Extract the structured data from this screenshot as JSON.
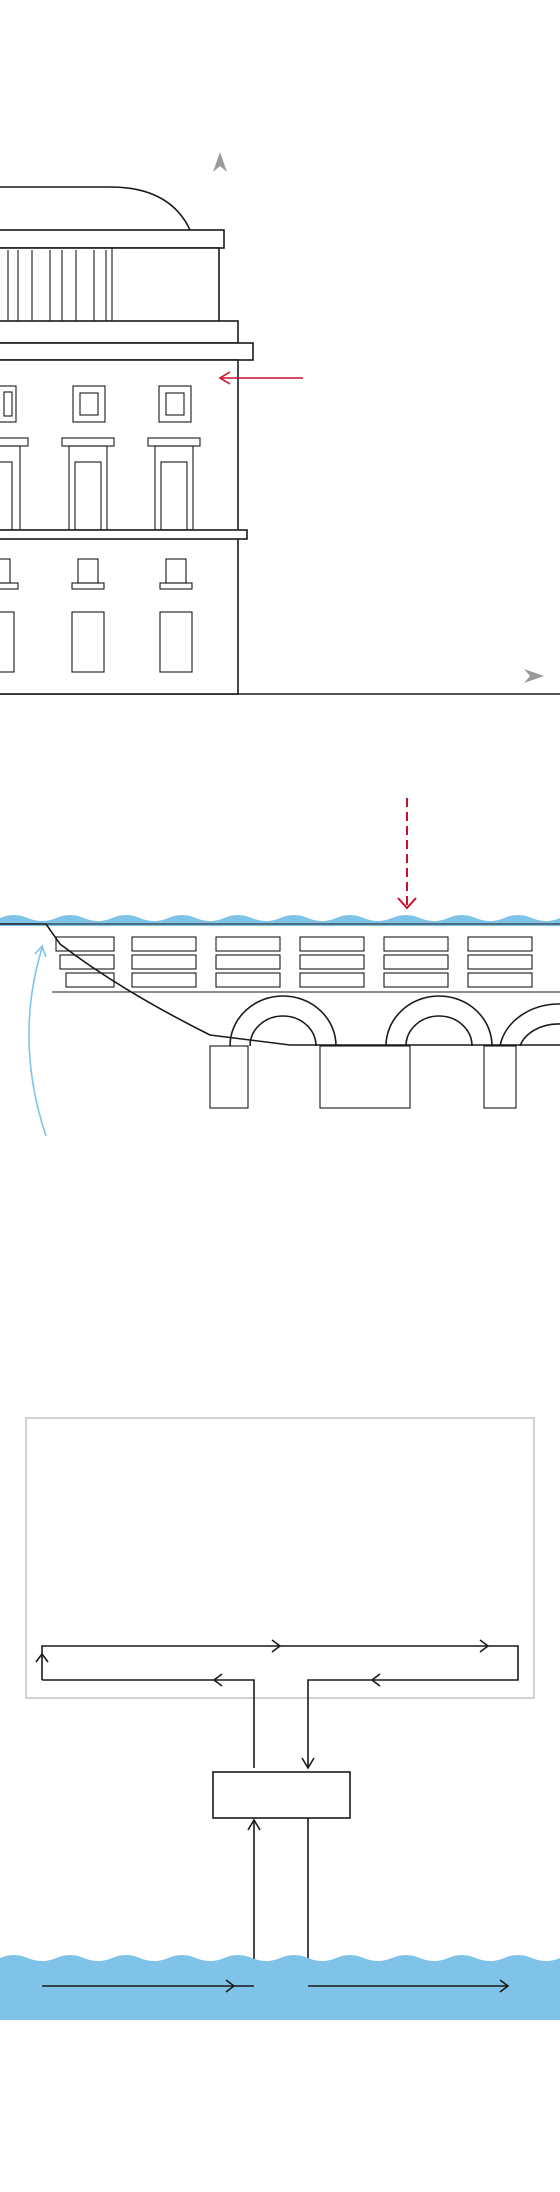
{
  "palette": {
    "ink": "#1a1a1a",
    "water": "#7fc4e8",
    "red_arrow": "#c8102e",
    "blue_arrow": "#7fc4e8",
    "grey_arrow": "#9a9a9a",
    "panel_border": "#b5b5b5"
  },
  "panels": [
    {
      "id": "building",
      "icons": [
        "north-arrow-icon",
        "east-arrow-icon",
        "wind-arrow-icon"
      ]
    },
    {
      "id": "bridge",
      "icons": [
        "rain-arrow-icon",
        "river-flow-arrow-icon"
      ]
    },
    {
      "id": "flow-loop",
      "icons": [
        "flow-arrow-icon"
      ]
    }
  ]
}
